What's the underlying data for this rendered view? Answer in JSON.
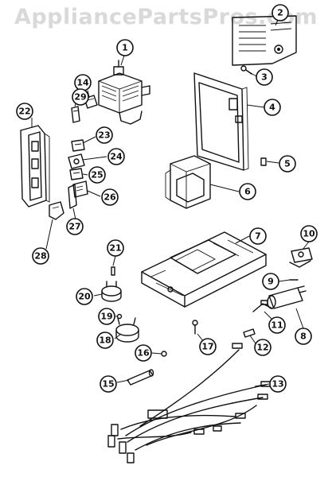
{
  "watermark": "AppliancePartsPros.com",
  "callouts": [
    {
      "label": "1"
    },
    {
      "label": "2"
    },
    {
      "label": "3"
    },
    {
      "label": "4"
    },
    {
      "label": "5"
    },
    {
      "label": "6"
    },
    {
      "label": "7"
    },
    {
      "label": "8"
    },
    {
      "label": "9"
    },
    {
      "label": "10"
    },
    {
      "label": "11"
    },
    {
      "label": "12"
    },
    {
      "label": "13"
    },
    {
      "label": "14"
    },
    {
      "label": "15"
    },
    {
      "label": "16"
    },
    {
      "label": "17"
    },
    {
      "label": "18"
    },
    {
      "label": "19"
    },
    {
      "label": "20"
    },
    {
      "label": "21"
    },
    {
      "label": "22"
    },
    {
      "label": "23"
    },
    {
      "label": "24"
    },
    {
      "label": "25"
    },
    {
      "label": "26"
    },
    {
      "label": "27"
    },
    {
      "label": "28"
    },
    {
      "label": "29"
    }
  ]
}
